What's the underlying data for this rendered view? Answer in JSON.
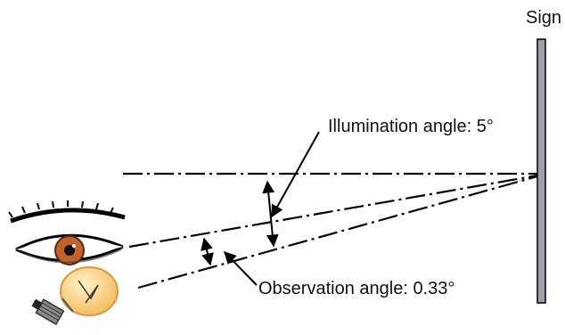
{
  "labels": {
    "sign": "Sign",
    "illumination": "Illumination angle: 5°",
    "observation": "Observation angle: 0.33°"
  },
  "icons": {
    "observer": "eye-icon",
    "light_source": "light-bulb-icon",
    "target": "sign-post-icon"
  },
  "colors": {
    "line": "#000000",
    "sign_post": "#9aa1ab",
    "iris": "#c0622a",
    "bulb_glass": "#fbd78f",
    "bulb_base": "#8a8a8a"
  }
}
